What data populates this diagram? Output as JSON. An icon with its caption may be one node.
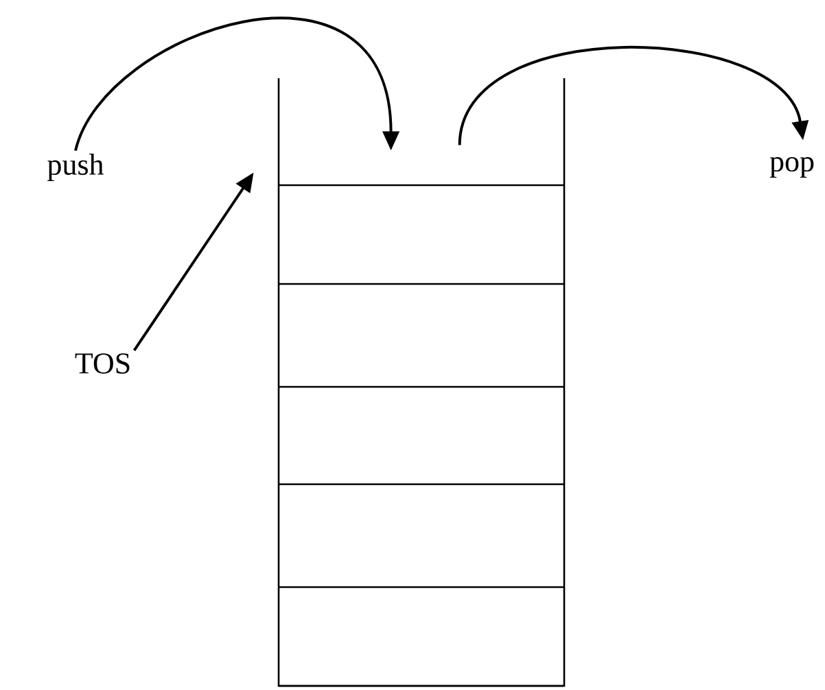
{
  "diagram": {
    "nodes": [
      {
        "text": [
          "push"
        ]
      },
      {
        "text": [],
        "shape": "box"
      },
      {
        "text": [
          "pop"
        ]
      },
      {
        "text": [
          "TOS"
        ]
      }
    ],
    "edges": [
      {
        "from": 0,
        "to": 1,
        "arrow": "to"
      },
      {
        "from": 1,
        "to": 2,
        "arrow": "to"
      },
      {
        "from": 3,
        "to": 1,
        "arrow": "to"
      }
    ]
  }
}
